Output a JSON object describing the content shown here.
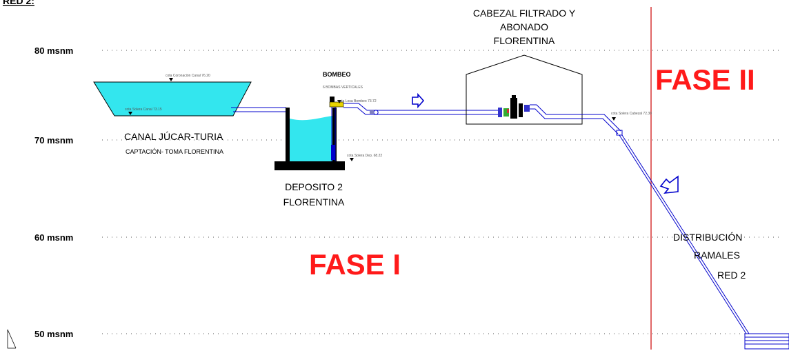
{
  "header": {
    "title": "RED 2:"
  },
  "levels": [
    "80 msnm",
    "70 msnm",
    "60 msnm",
    "50 msnm"
  ],
  "canal": {
    "name": "CANAL JÚCAR-TURIA",
    "subtitle": "CAPTACIÓN- TOMA FLORENTINA",
    "cota_coronacion": "cota Coronación Canal 76.20",
    "cota_solera": "cota Solera Canal 73.15"
  },
  "bombeo": {
    "title": "BOMBEO",
    "detail": "6 BOMBAS VERTICALES",
    "cota_losa": "cota Losa Bombeo 73.72"
  },
  "deposito": {
    "name_line1": "DEPOSITO 2",
    "name_line2": "FLORENTINA",
    "cota_solera": "cota Solera Dep. 68.22"
  },
  "cabezal": {
    "line1": "CABEZAL  FILTRADO Y",
    "line2": "ABONADO",
    "line3": "FLORENTINA",
    "cota_solera": "cota Solera Cabezal 72.30"
  },
  "distribucion": {
    "line1": "DISTRIBUCIÓN",
    "line2": "RAMALES",
    "line3": "RED 2"
  },
  "phases": {
    "fase1": "FASE I",
    "fase2": "FASE II"
  },
  "colors": {
    "water": "#33e6ee",
    "pipe": "#0000cc",
    "phase_text": "#ff1a1a",
    "phase_line": "#cc0000",
    "structure": "#000000"
  }
}
